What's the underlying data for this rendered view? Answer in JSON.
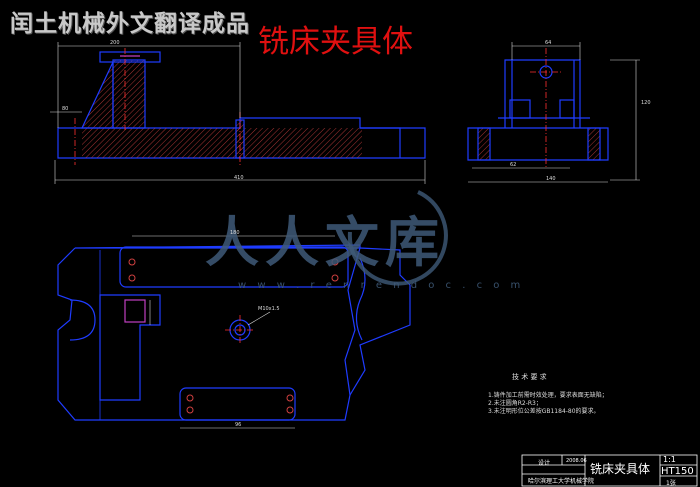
{
  "header": {
    "watermark_title": "闰土机械外文翻译成品",
    "drawing_title": "铣床夹具体"
  },
  "watermark": {
    "brand_cn": "人人文库",
    "url": "w w w . r e n r e n d o c . c o m"
  },
  "dimensions": {
    "top_left": [
      "200",
      "80",
      "410"
    ],
    "top_right": [
      "64",
      "120",
      "62",
      "140"
    ],
    "plan": [
      "180",
      "M10x1.5",
      "96"
    ]
  },
  "notes": {
    "title": "技 术 要 求",
    "items": [
      "1.铸件加工前需时效处理，要求表面无缺陷；",
      "2.未注圆角R2-R3；",
      "3.未注明形位公差按GB1184-80的要求。"
    ]
  },
  "title_block": {
    "name": "铣床夹具体",
    "scale": "1:1",
    "material": "HT150",
    "sheet": "1张",
    "designer": "设计",
    "date": "2008.06",
    "school": "哈尔滨理工大学机械学院"
  },
  "colors": {
    "background": "#000000",
    "outline": "#1f3cff",
    "hatch": "#d04040",
    "centerline": "#ff3030",
    "dimension": "#d8d8d8",
    "border": "#ffffff"
  }
}
